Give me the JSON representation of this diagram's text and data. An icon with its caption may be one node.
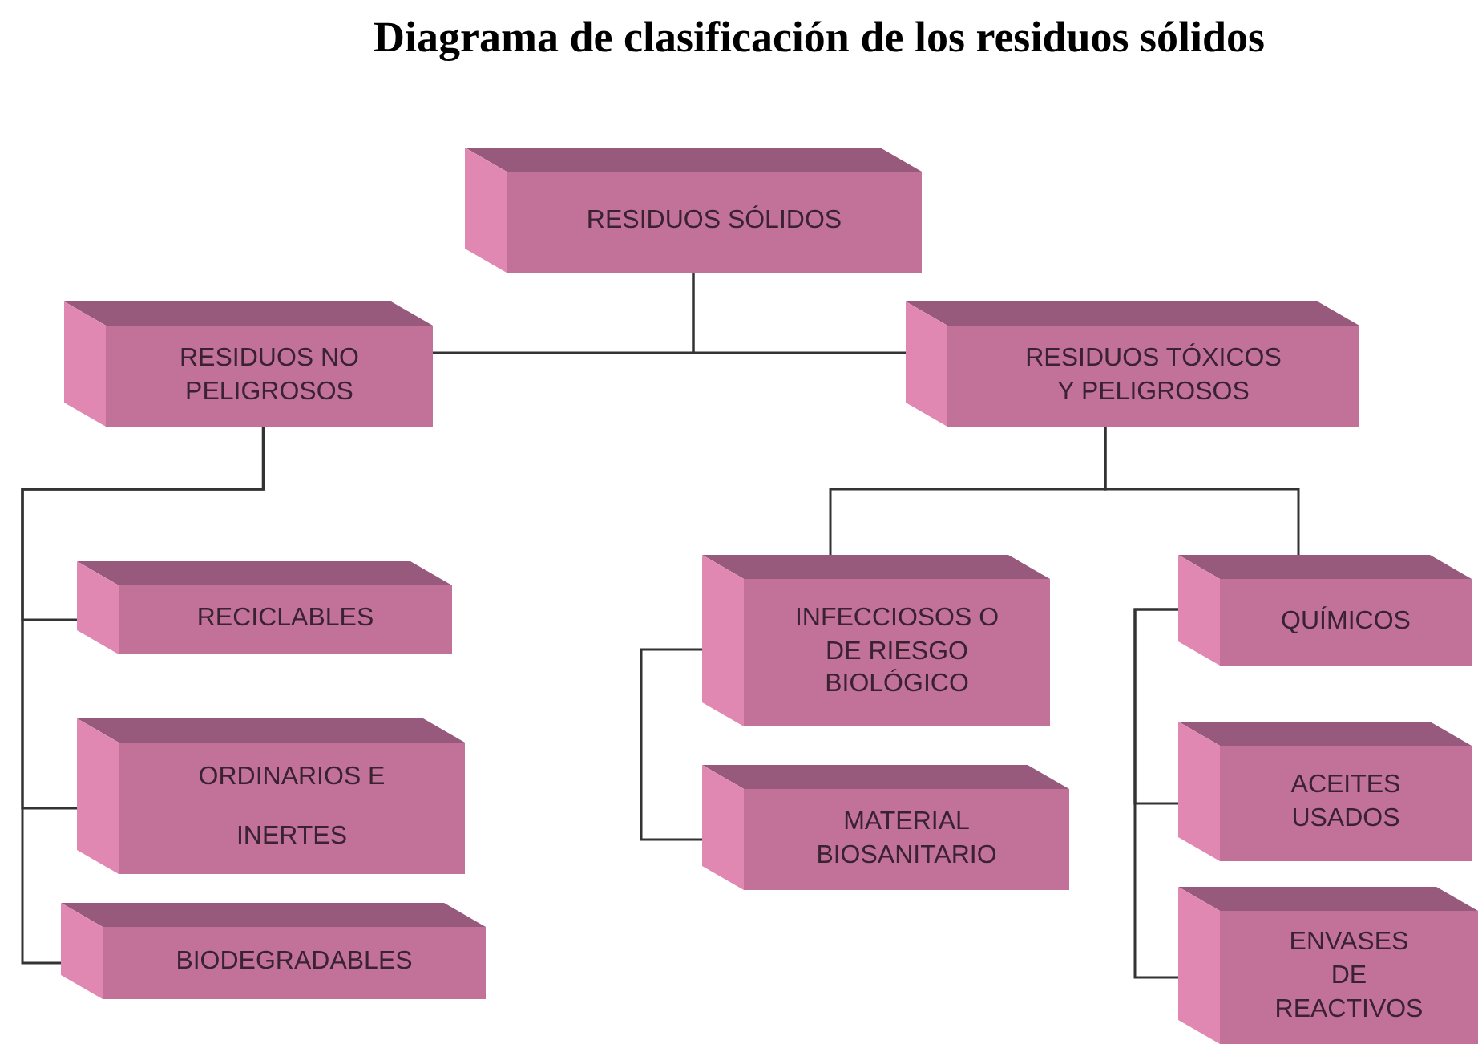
{
  "diagram": {
    "title": "Diagrama de clasificación de los residuos sólidos",
    "nodes": [
      {
        "text": [
          "RESIDUOS SÓLIDOS"
        ]
      },
      {
        "text": [
          "RESIDUOS NO PELIGROSOS"
        ]
      },
      {
        "text": [
          "RESIDUOS TÓXICOS Y PELIGROSOS"
        ]
      },
      {
        "text": [
          "RECICLABLES"
        ]
      },
      {
        "text": [
          "ORDINARIOS E INERTES"
        ]
      },
      {
        "text": [
          "BIODEGRADABLES"
        ]
      },
      {
        "text": [
          "INFECCIOSOS O DE RIESGO BIOLÓGICO"
        ]
      },
      {
        "text": [
          "MATERIAL BIOSANITARIO"
        ]
      },
      {
        "text": [
          "QUÍMICOS"
        ]
      },
      {
        "text": [
          "ACEITES USADOS"
        ]
      },
      {
        "text": [
          "ENVASES DE REACTIVOS"
        ]
      }
    ],
    "edges": [
      {
        "from": 0,
        "to": 1,
        "arrow": "none"
      },
      {
        "from": 0,
        "to": 2,
        "arrow": "none"
      },
      {
        "from": 1,
        "to": 3,
        "arrow": "none"
      },
      {
        "from": 1,
        "to": 4,
        "arrow": "none"
      },
      {
        "from": 1,
        "to": 5,
        "arrow": "none"
      },
      {
        "from": 2,
        "to": 6,
        "arrow": "none"
      },
      {
        "from": 2,
        "to": 8,
        "arrow": "none"
      },
      {
        "from": 6,
        "to": 7,
        "arrow": "none"
      },
      {
        "from": 8,
        "to": 9,
        "arrow": "none"
      },
      {
        "from": 8,
        "to": 10,
        "arrow": "none"
      }
    ]
  }
}
